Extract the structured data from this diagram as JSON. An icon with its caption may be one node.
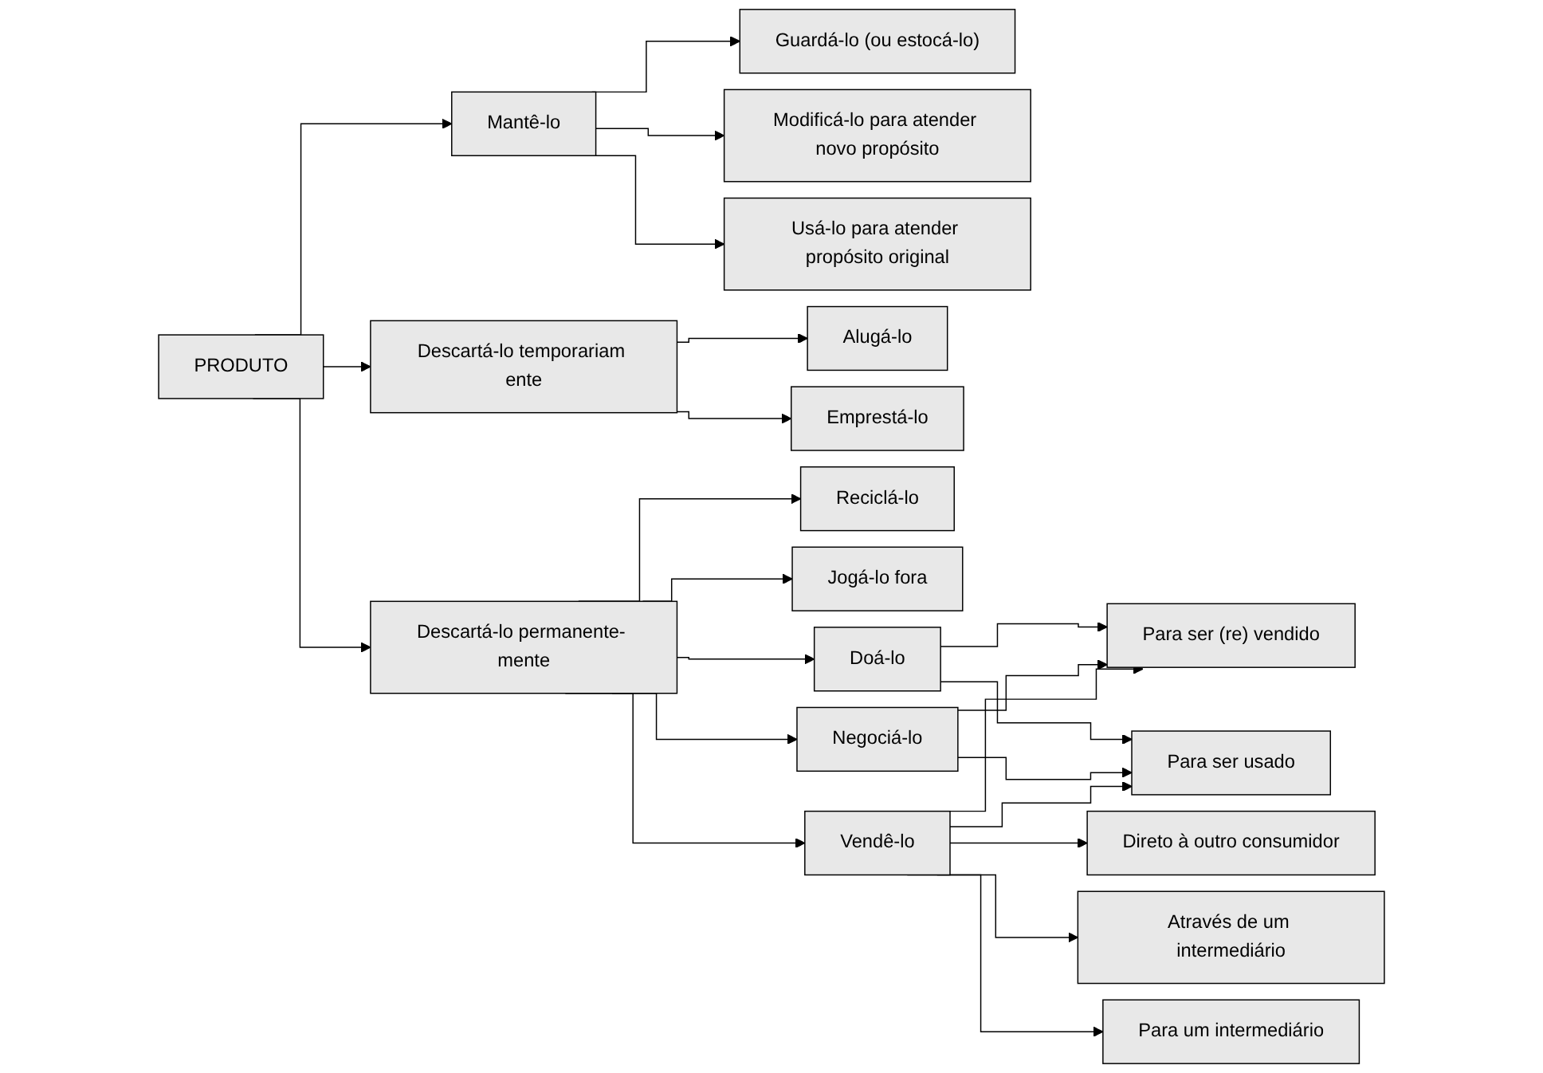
{
  "diagram": {
    "nodes": [
      {
        "text": [
          "PRODUTO"
        ]
      },
      {
        "text": [
          "Mantê-lo"
        ]
      },
      {
        "text": [
          "Descartá-lo temporariam ente"
        ]
      },
      {
        "text": [
          "Descartá-lo permanente- mente"
        ]
      },
      {
        "text": [
          "Guardá-lo (ou estocá-lo)"
        ]
      },
      {
        "text": [
          "Modificá-lo para atender novo propósito"
        ]
      },
      {
        "text": [
          "Usá-lo para atender propósito original"
        ]
      },
      {
        "text": [
          "Alugá-lo"
        ]
      },
      {
        "text": [
          "Emprestá-lo"
        ]
      },
      {
        "text": [
          "Reciclá-lo"
        ]
      },
      {
        "text": [
          "Jogá-lo fora"
        ]
      },
      {
        "text": [
          "Doá-lo"
        ]
      },
      {
        "text": [
          "Negociá-lo"
        ]
      },
      {
        "text": [
          "Vendê-lo"
        ]
      },
      {
        "text": [
          "Para ser (re) vendido"
        ]
      },
      {
        "text": [
          "Para ser usado"
        ]
      },
      {
        "text": [
          "Direto à outro consumidor"
        ]
      },
      {
        "text": [
          "Através de um intermediário"
        ]
      },
      {
        "text": [
          "Para um intermediário"
        ]
      }
    ],
    "edges": [
      {
        "from": 0,
        "to": 1,
        "arrow": "to"
      },
      {
        "from": 0,
        "to": 2,
        "arrow": "to"
      },
      {
        "from": 0,
        "to": 3,
        "arrow": "to"
      },
      {
        "from": 1,
        "to": 4,
        "arrow": "to"
      },
      {
        "from": 1,
        "to": 5,
        "arrow": "to"
      },
      {
        "from": 1,
        "to": 6,
        "arrow": "to"
      },
      {
        "from": 2,
        "to": 7,
        "arrow": "to"
      },
      {
        "from": 2,
        "to": 8,
        "arrow": "to"
      },
      {
        "from": 3,
        "to": 9,
        "arrow": "to"
      },
      {
        "from": 3,
        "to": 10,
        "arrow": "to"
      },
      {
        "from": 3,
        "to": 11,
        "arrow": "to"
      },
      {
        "from": 3,
        "to": 12,
        "arrow": "to"
      },
      {
        "from": 3,
        "to": 13,
        "arrow": "to"
      },
      {
        "from": 11,
        "to": 14,
        "arrow": "to"
      },
      {
        "from": 11,
        "to": 15,
        "arrow": "to"
      },
      {
        "from": 12,
        "to": 14,
        "arrow": "to"
      },
      {
        "from": 12,
        "to": 15,
        "arrow": "to"
      },
      {
        "from": 13,
        "to": 14,
        "arrow": "to"
      },
      {
        "from": 13,
        "to": 15,
        "arrow": "to"
      },
      {
        "from": 13,
        "to": 16,
        "arrow": "to"
      },
      {
        "from": 13,
        "to": 17,
        "arrow": "to"
      },
      {
        "from": 13,
        "to": 18,
        "arrow": "to"
      }
    ]
  }
}
